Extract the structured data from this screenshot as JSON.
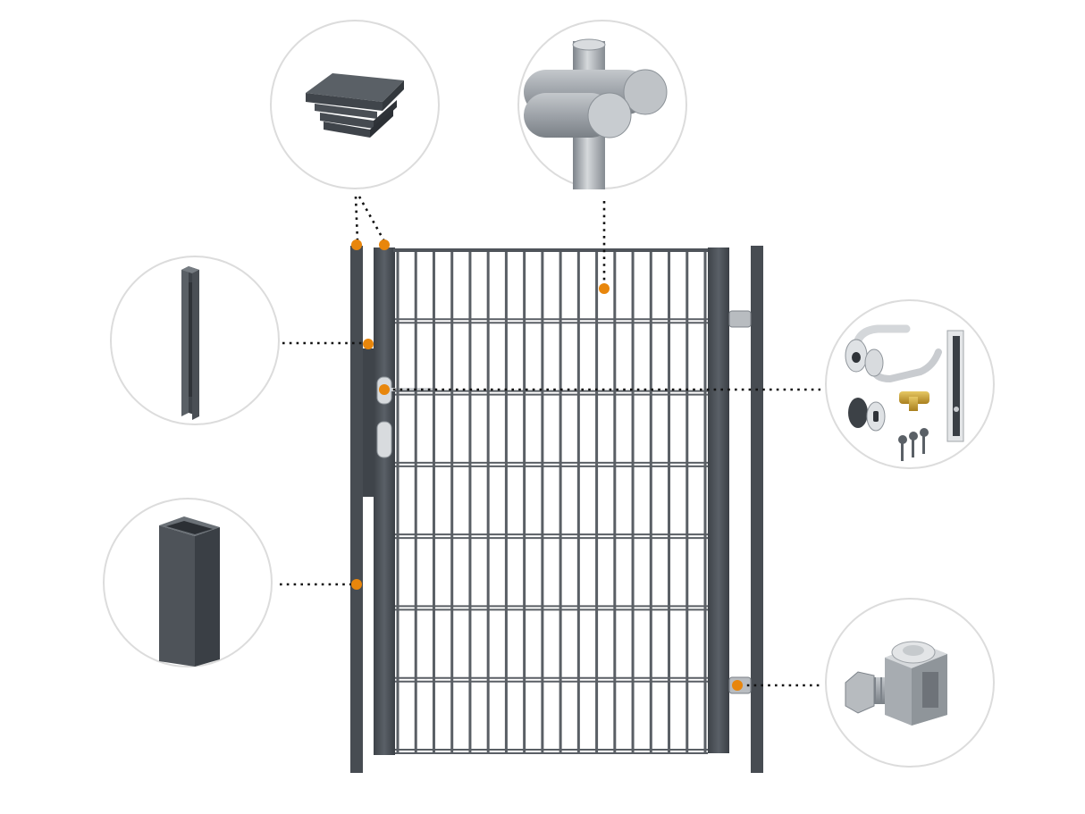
{
  "colors": {
    "background": "#ffffff",
    "frame": "#4a4f55",
    "frame_dark": "#3b3f44",
    "mesh": "#5a5f65",
    "marker": "#e8860c",
    "leader": "#111111",
    "callout_border": "#dcdcdc",
    "steel_light": "#c9ccd0",
    "steel_mid": "#9aa0a6",
    "steel_dark": "#6f757b",
    "brass": "#c9a233"
  },
  "icons": {
    "post_cap": "post-cap-icon",
    "mesh_clamp": "mesh-clamp-icon",
    "lock_strike": "lock-strike-profile-icon",
    "hollow_post": "hollow-post-icon",
    "lock_set": "lock-set-icon",
    "hinge": "hinge-bolt-icon"
  },
  "callouts": [
    {
      "id": "post-cap",
      "icon": "post-cap-icon"
    },
    {
      "id": "mesh-clamp",
      "icon": "mesh-clamp-icon"
    },
    {
      "id": "lock-strike",
      "icon": "lock-strike-profile-icon"
    },
    {
      "id": "hollow-post",
      "icon": "hollow-post-icon"
    },
    {
      "id": "lock-set",
      "icon": "lock-set-icon"
    },
    {
      "id": "hinge",
      "icon": "hinge-bolt-icon"
    }
  ],
  "gate": {
    "mesh_vertical_bars": 18,
    "mesh_horizontal_rails": 7
  }
}
